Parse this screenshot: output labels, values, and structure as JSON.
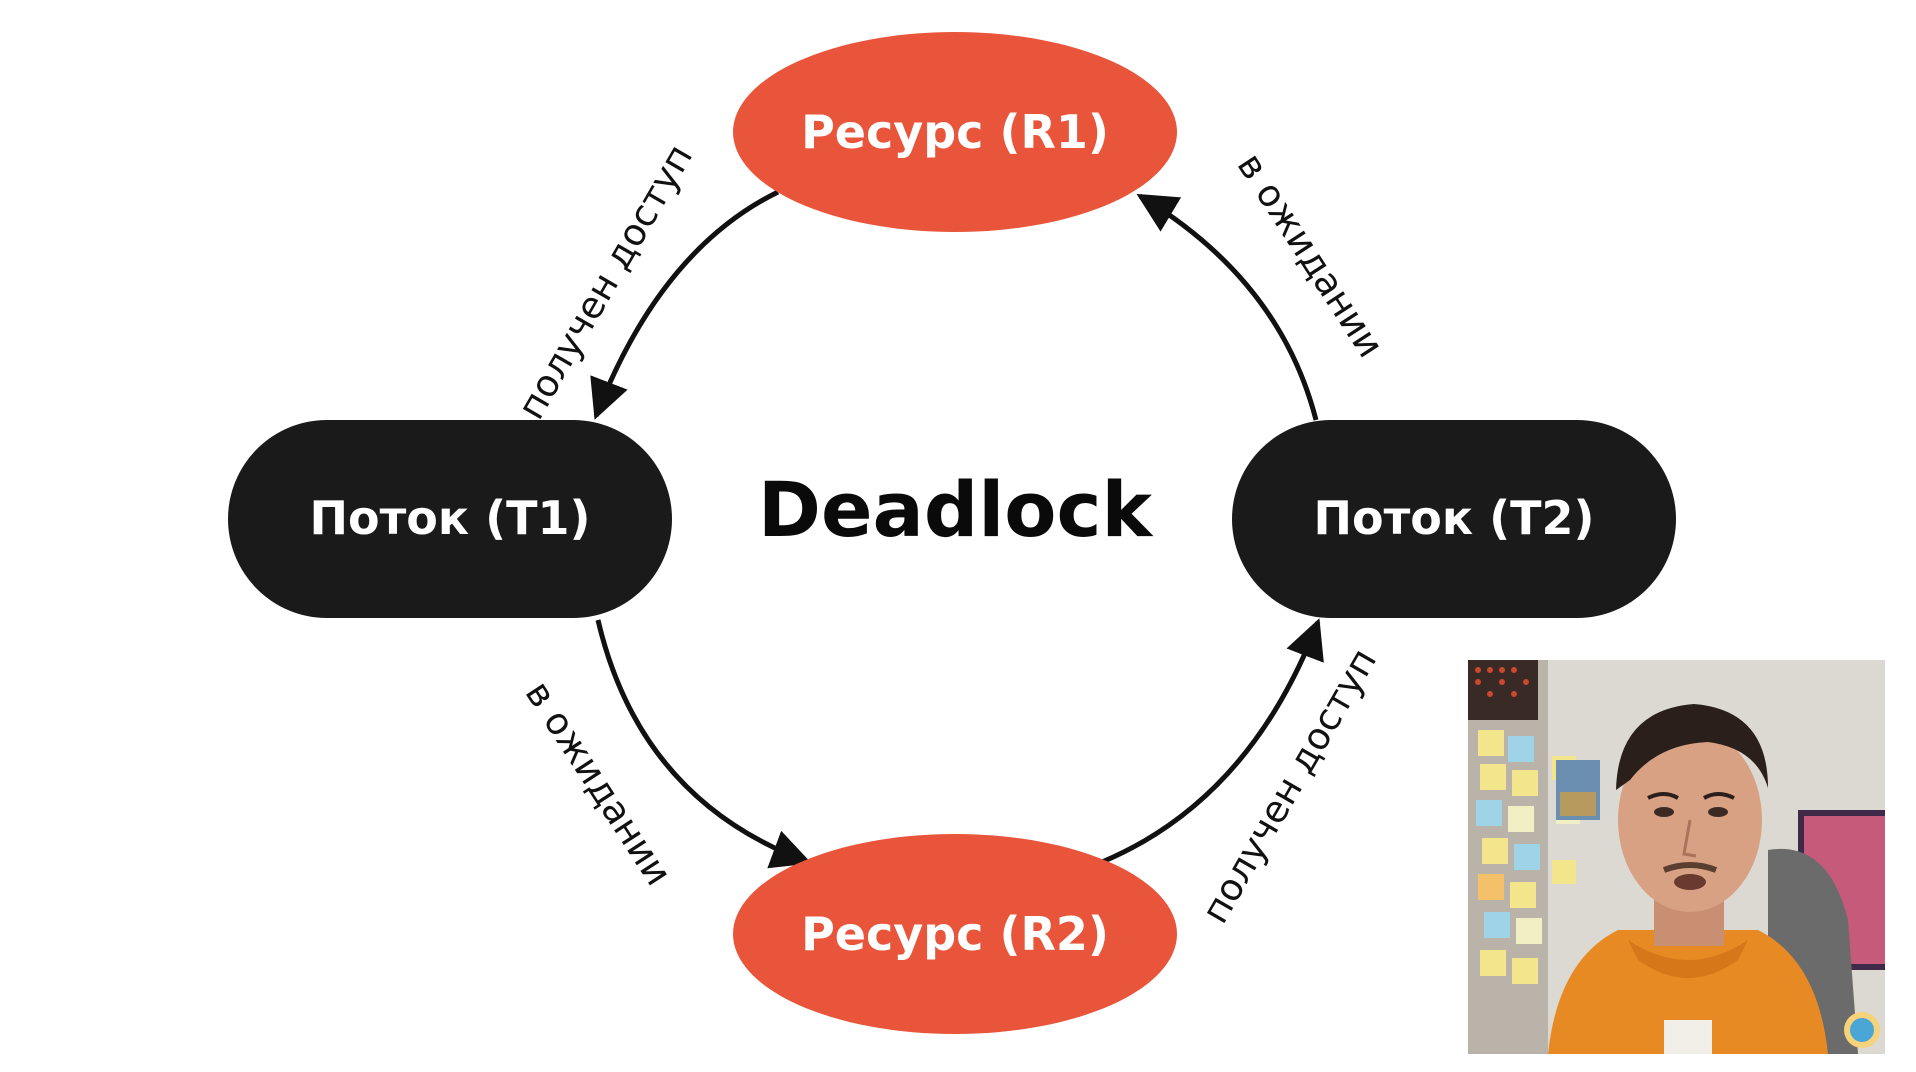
{
  "diagram": {
    "title": "Deadlock",
    "nodes": {
      "r1": "Ресурс (R1)",
      "r2": "Ресурс (R2)",
      "t1": "Поток (T1)",
      "t2": "Поток (T2)"
    },
    "edges": [
      {
        "from": "r1",
        "to": "t1",
        "label": "получен доступ"
      },
      {
        "from": "t2",
        "to": "r1",
        "label": "в ожидании"
      },
      {
        "from": "t1",
        "to": "r2",
        "label": "в ожидании"
      },
      {
        "from": "r2",
        "to": "t2",
        "label": "получен доступ"
      }
    ]
  },
  "colors": {
    "resource": "#E8553A",
    "thread": "#1A1A1A",
    "arrow": "#111111",
    "background": "#FFFFFF"
  },
  "overlay": {
    "webcam_subject": "presenter in orange hoodie",
    "badge_icon": "channel-logo-icon"
  }
}
